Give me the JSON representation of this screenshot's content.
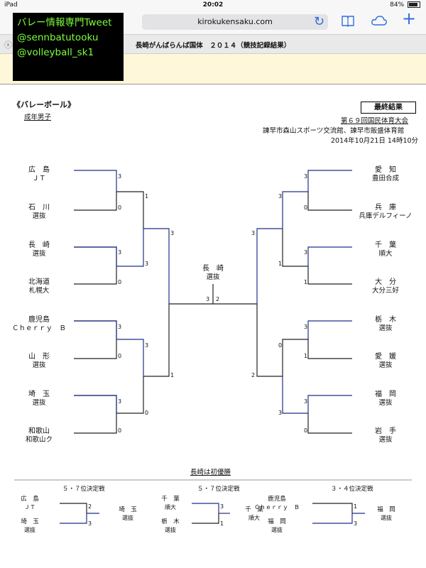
{
  "status": {
    "device": "iPad",
    "time": "20:02",
    "battery": "84%",
    "battery_fraction": 0.84
  },
  "browser": {
    "url": "kirokukensaku.com",
    "tab_title": "長崎がんばらんば国体　２０１４（競技記録結果）"
  },
  "overlay": {
    "lines": [
      "バレー情報専門Tweet",
      "@sennbatutooku",
      "@volleyball_sk1"
    ]
  },
  "page": {
    "title": "《バレーボール》",
    "category": "成年男子",
    "final_label": "最終結果",
    "event": "第６９回国民体育大会",
    "venue": "諫早市森山スポーツ交流館、諫早市飯盛体育館",
    "datetime": "2014年10月21日 14時10分",
    "winner": {
      "pref": "長　崎",
      "team": "選抜"
    },
    "final_scores": {
      "left": "3",
      "right": "2"
    },
    "champion_note": "長崎は初優勝",
    "left_teams": [
      {
        "pref": "広　島",
        "team": "ＪＴ"
      },
      {
        "pref": "石　川",
        "team": "選抜"
      },
      {
        "pref": "長　崎",
        "team": "選抜"
      },
      {
        "pref": "北海道",
        "team": "札幌大"
      },
      {
        "pref": "鹿児島",
        "team": "Ｃｈｅｒｒｙ　Ｂ"
      },
      {
        "pref": "山　形",
        "team": "選抜"
      },
      {
        "pref": "埼　玉",
        "team": "選抜"
      },
      {
        "pref": "和歌山",
        "team": "和歌山ク"
      }
    ],
    "right_teams": [
      {
        "pref": "愛　知",
        "team": "豊田合成"
      },
      {
        "pref": "兵　庫",
        "team": "兵庫デルフィーノ"
      },
      {
        "pref": "千　葉",
        "team": "順大"
      },
      {
        "pref": "大　分",
        "team": "大分三好"
      },
      {
        "pref": "栃　木",
        "team": "選抜"
      },
      {
        "pref": "愛　媛",
        "team": "選抜"
      },
      {
        "pref": "福　岡",
        "team": "選抜"
      },
      {
        "pref": "岩　手",
        "team": "選抜"
      }
    ],
    "left_r1_scores": [
      "3",
      "0",
      "3",
      "0",
      "3",
      "0",
      "3",
      "0"
    ],
    "right_r1_scores": [
      "3",
      "0",
      "3",
      "1",
      "3",
      "1",
      "3",
      "0"
    ],
    "left_r2_scores": [
      "1",
      "3",
      "3",
      "0"
    ],
    "right_r2_scores": [
      "3",
      "1",
      "0",
      "3"
    ],
    "left_sf_scores": [
      "3",
      "1"
    ],
    "right_sf_scores": [
      "3",
      "2"
    ],
    "mini": [
      {
        "title": "５・７位決定戦",
        "top": {
          "pref": "広　島",
          "team": "ＪＴ"
        },
        "bottom": {
          "pref": "埼　玉",
          "team": "選抜"
        },
        "top_score": "2",
        "bottom_score": "3",
        "winner": {
          "pref": "埼　玉",
          "team": "選抜"
        }
      },
      {
        "title": "５・７位決定戦",
        "top": {
          "pref": "千　葉",
          "team": "順大"
        },
        "bottom": {
          "pref": "栃　木",
          "team": "選抜"
        },
        "top_score": "3",
        "bottom_score": "1",
        "winner": {
          "pref": "千　葉",
          "team": "順大"
        }
      },
      {
        "title": "３・４位決定戦",
        "top": {
          "pref": "鹿児島",
          "team": "Ｃｈｅｒｒｙ　Ｂ"
        },
        "bottom": {
          "pref": "福　岡",
          "team": "選抜"
        },
        "top_score": "1",
        "bottom_score": "3",
        "winner": {
          "pref": "福　岡",
          "team": "選抜"
        }
      }
    ]
  }
}
